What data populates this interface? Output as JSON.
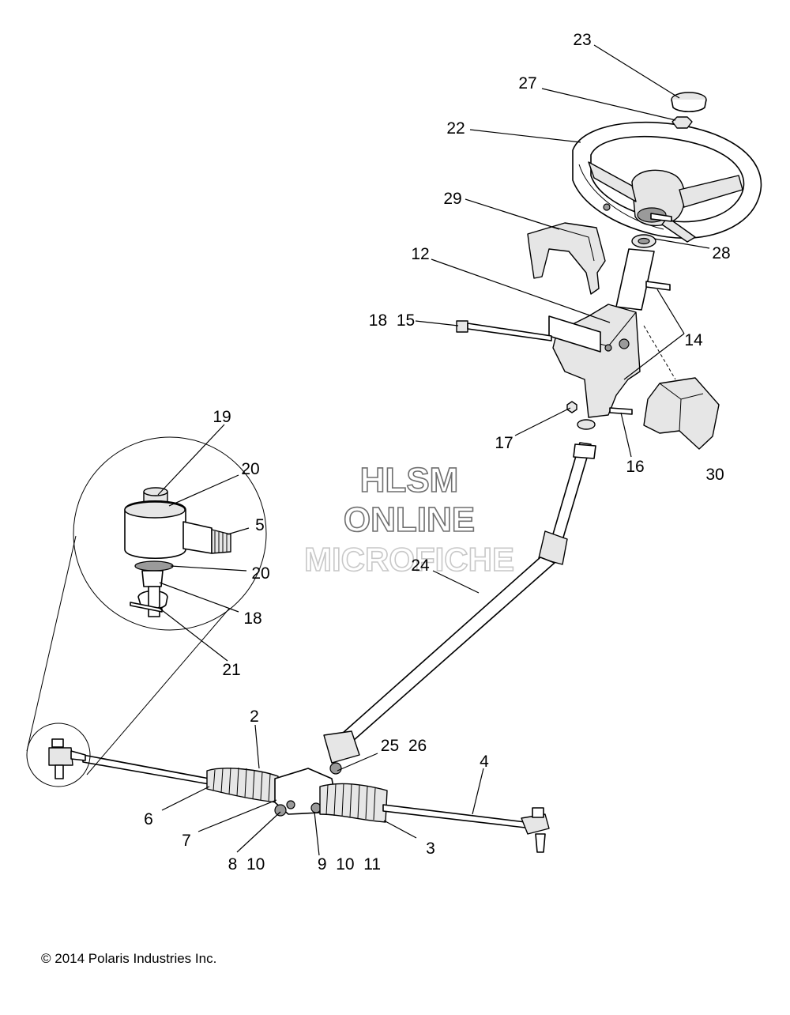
{
  "watermark": {
    "line1": "HLSM",
    "line2": "ONLINE",
    "line3": "MICROFICHE",
    "color_dark": "#6f6f6f",
    "color_light": "#c8c8c8"
  },
  "copyright": "© 2014 Polaris Industries Inc.",
  "callouts": {
    "c23": "23",
    "c27": "27",
    "c22": "22",
    "c29": "29",
    "c28": "28",
    "c12": "12",
    "c18_15": "18  15",
    "c14": "14",
    "c17": "17",
    "c16": "16",
    "c30": "30",
    "c19": "19",
    "c20a": "20",
    "c5": "5",
    "c20b": "20",
    "c18": "18",
    "c21": "21",
    "c24": "24",
    "c2": "2",
    "c25_26": "25  26",
    "c4": "4",
    "c6": "6",
    "c7": "7",
    "c8_10": "8  10",
    "c9_10_11": "9  10  11",
    "c3": "3"
  }
}
